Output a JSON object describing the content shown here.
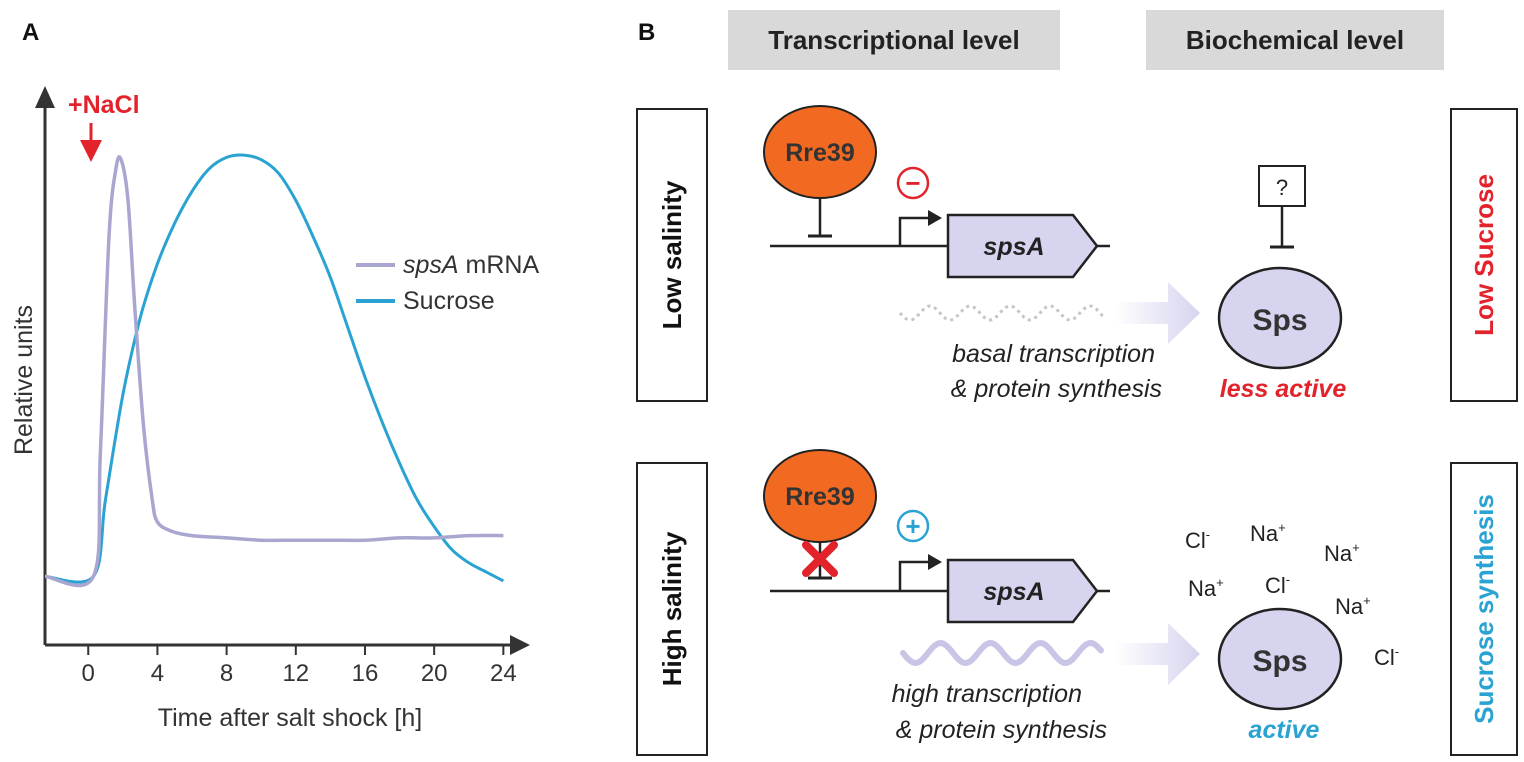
{
  "panel_a": {
    "label": "A",
    "treatment_label": "+NaCl",
    "y_axis_label": "Relative units",
    "x_axis_label": "Time after salt shock [h]",
    "x_ticks": [
      "0",
      "4",
      "8",
      "12",
      "16",
      "20",
      "24"
    ],
    "legend": [
      {
        "italic": "spsA",
        "rest": " mRNA"
      },
      {
        "italic": "",
        "rest": "Sucrose"
      }
    ]
  },
  "panel_b": {
    "label": "B",
    "header_transcriptional": "Transcriptional level",
    "header_biochemical": "Biochemical level",
    "low": {
      "condition": "Low salinity",
      "regulator": "Rre39",
      "sign": "−",
      "gene": "spsA",
      "unknown": "?",
      "enzyme": "Sps",
      "process_line1": "basal transcription",
      "process_line2": "& protein synthesis",
      "activity": "less active",
      "outcome": "Low Sucrose"
    },
    "high": {
      "condition": "High salinity",
      "regulator": "Rre39",
      "sign": "+",
      "gene": "spsA",
      "enzyme": "Sps",
      "process_line1": "high transcription",
      "process_line2": "& protein synthesis",
      "activity": "active",
      "outcome": "Sucrose synthesis",
      "ions": [
        "Cl",
        "Na",
        "Na",
        "Na",
        "Cl",
        "Na",
        "Cl"
      ],
      "ion_charges": [
        "-",
        "+",
        "+",
        "+",
        "-",
        "+",
        "-"
      ]
    }
  },
  "colors": {
    "mrna": "#a9a6d0",
    "sucrose": "#2aa3d3",
    "red": "#e3232c",
    "orange": "#f26a21",
    "lavender": "#d6d4ee",
    "header_gray": "#d9d9d9",
    "gray": "#444444"
  },
  "chart_data": {
    "type": "line",
    "title": "",
    "xlabel": "Time after salt shock [h]",
    "ylabel": "Relative units",
    "xlim": [
      -2.5,
      24.5
    ],
    "ylim": [
      0,
      1
    ],
    "x_ticks": [
      0,
      4,
      8,
      12,
      16,
      20,
      24
    ],
    "series": [
      {
        "name": "spsA mRNA",
        "color": "#a9a6d0",
        "x": [
          -2.5,
          0.3,
          0.7,
          1.2,
          1.6,
          1.9,
          2.3,
          2.7,
          3.2,
          3.7,
          4.0,
          4.8,
          6,
          8,
          10,
          12,
          14,
          16,
          18,
          20,
          22,
          24
        ],
        "y": [
          0.03,
          0.03,
          0.3,
          0.78,
          0.93,
          0.95,
          0.86,
          0.62,
          0.36,
          0.2,
          0.15,
          0.13,
          0.12,
          0.115,
          0.11,
          0.11,
          0.11,
          0.11,
          0.115,
          0.115,
          0.12,
          0.12
        ]
      },
      {
        "name": "Sucrose",
        "color": "#2aa3d3",
        "x": [
          -2.5,
          0.3,
          1,
          2,
          3,
          4,
          5,
          6,
          7,
          8,
          9,
          10,
          11,
          12,
          13,
          14,
          15,
          16,
          17,
          18,
          19,
          20,
          21,
          22,
          23,
          24
        ],
        "y": [
          0.03,
          0.03,
          0.2,
          0.43,
          0.6,
          0.72,
          0.81,
          0.88,
          0.93,
          0.955,
          0.96,
          0.95,
          0.92,
          0.86,
          0.78,
          0.69,
          0.58,
          0.47,
          0.37,
          0.28,
          0.2,
          0.14,
          0.09,
          0.06,
          0.04,
          0.02
        ]
      }
    ]
  }
}
